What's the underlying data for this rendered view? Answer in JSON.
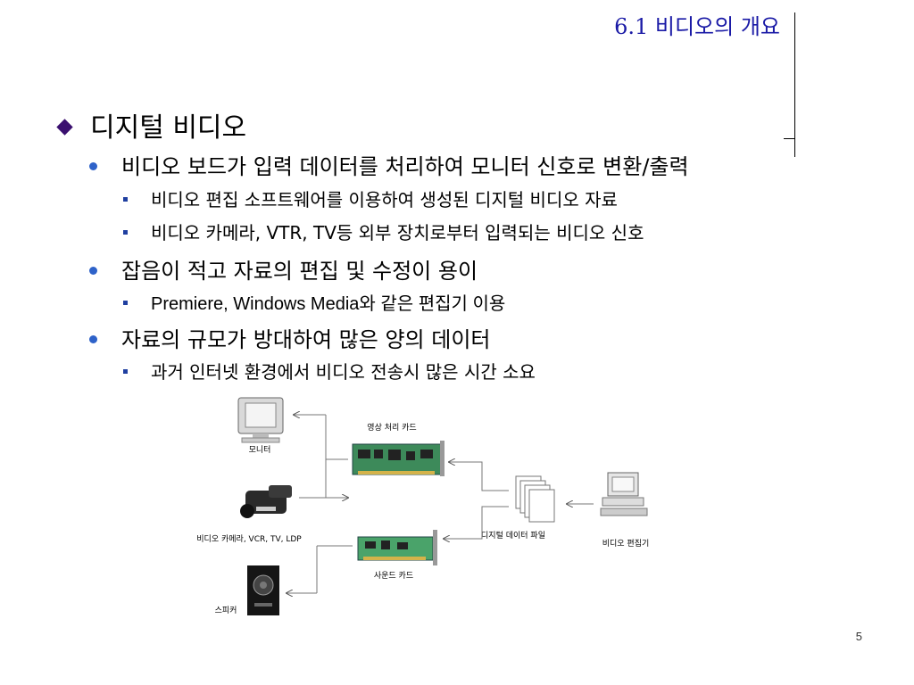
{
  "slide": {
    "title": "6.1 비디오의 개요",
    "page_number": "5"
  },
  "heading": "디지털 비디오",
  "bullets": [
    {
      "text": "비디오 보드가 입력 데이터를 처리하여 모니터 신호로 변환/출력",
      "sub": [
        "비디오 편집 소프트웨어를 이용하여 생성된 디지털 비디오 자료",
        "비디오 카메라, VTR, TV등 외부 장치로부터 입력되는 비디오 신호"
      ]
    },
    {
      "text": "잡음이 적고 자료의 편집 및 수정이 용이",
      "sub": [
        "Premiere, Windows Media와 같은 편집기 이용"
      ]
    },
    {
      "text": "자료의 규모가 방대하여 많은 양의 데이터",
      "sub": [
        "과거 인터넷 환경에서 비디오 전송시 많은 시간 소요"
      ]
    }
  ],
  "diagram": {
    "monitor": "모니터",
    "camera": "비디오 카메라, VCR, TV, LDP",
    "speaker": "스피커",
    "video_card": "영상 처리 카드",
    "sound_card": "사운드 카드",
    "digital_file": "디지털 데이터 파일",
    "editor": "비디오 편집기"
  }
}
